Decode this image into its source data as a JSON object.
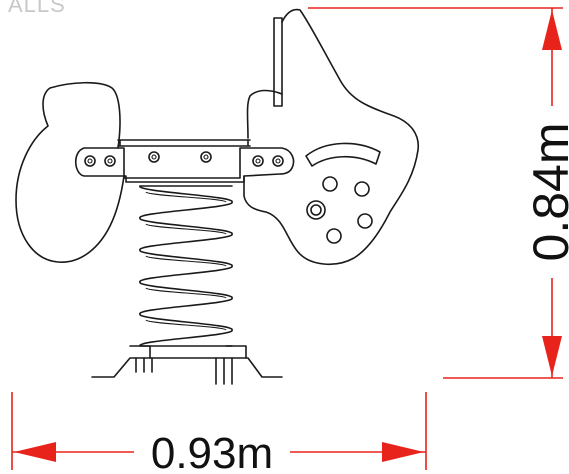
{
  "logo_text": "ALLS",
  "dimensions": {
    "width_label": "0.93m",
    "height_label": "0.84m"
  },
  "colors": {
    "dimension_line": "#e8231c",
    "outline": "#1a1a1a",
    "logo": "#c8c8c8"
  }
}
